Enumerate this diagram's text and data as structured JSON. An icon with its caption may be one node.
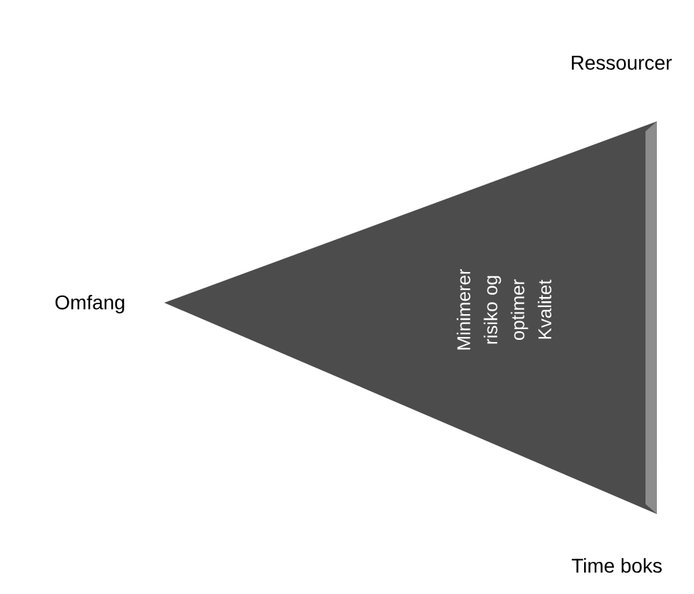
{
  "diagram": {
    "nodes": [
      {
        "text": [
          "Minimerer risiko og optimer Kvalitet"
        ]
      }
    ],
    "labels": [
      "Ressourcer",
      "Omfang",
      "Time boks"
    ]
  }
}
